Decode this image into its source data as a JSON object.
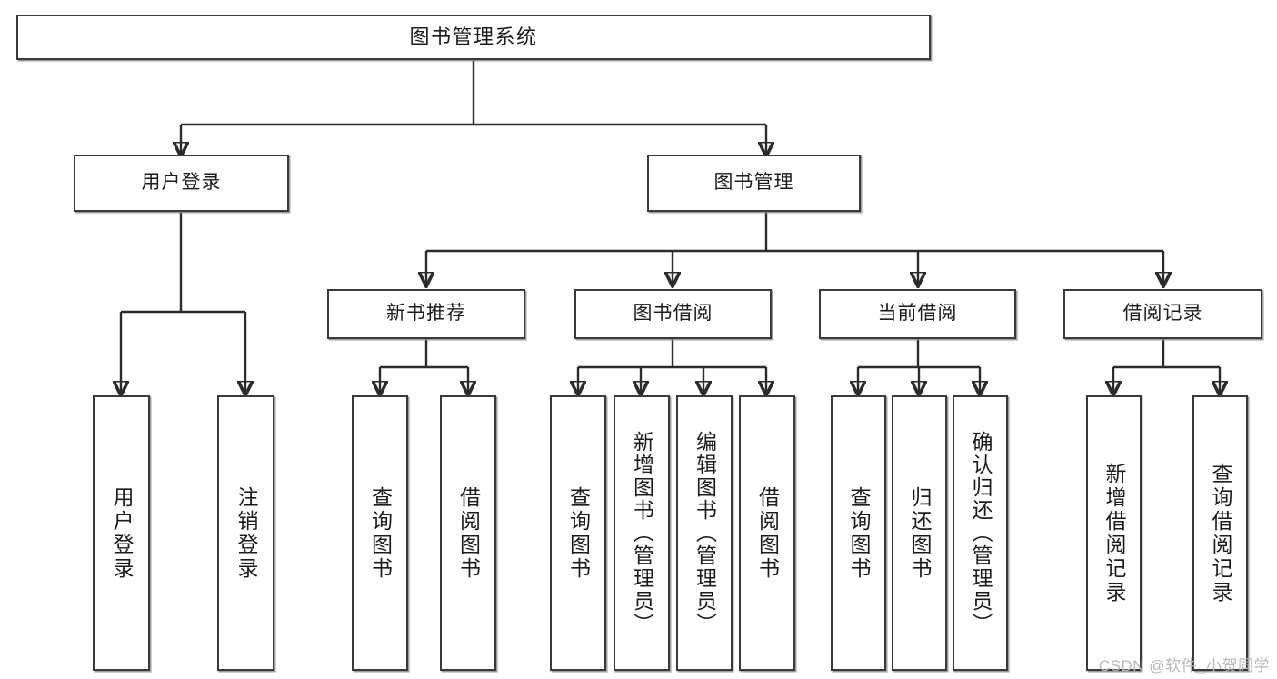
{
  "diagram": {
    "title": "图书管理系统",
    "type": "hierarchy-tree",
    "watermark": "CSDN @软件_小贺同学",
    "colors": {
      "background": "#ffffff",
      "box_border": "#3a3a3a",
      "box_fill": "#ffffff",
      "connector": "#2b2b2b",
      "text": "#1c1c1c",
      "watermark": "#b9b9b9"
    },
    "levels": {
      "root": {
        "label": "图书管理系统"
      },
      "level1": [
        {
          "label": "用户登录"
        },
        {
          "label": "图书管理"
        }
      ],
      "level2": [
        {
          "label": "新书推荐"
        },
        {
          "label": "图书借阅"
        },
        {
          "label": "当前借阅"
        },
        {
          "label": "借阅记录"
        }
      ],
      "leaves": {
        "user_login": [
          {
            "label": "用户登录"
          },
          {
            "label": "注销登录"
          }
        ],
        "new_book_rec": [
          {
            "label": "查询图书"
          },
          {
            "label": "借阅图书"
          }
        ],
        "book_borrow": [
          {
            "label": "查询图书"
          },
          {
            "label": "新增图书（管理员）"
          },
          {
            "label": "编辑图书（管理员）"
          },
          {
            "label": "借阅图书"
          }
        ],
        "current_borrow": [
          {
            "label": "查询图书"
          },
          {
            "label": "归还图书"
          },
          {
            "label": "确认归还（管理员）"
          }
        ],
        "borrow_record": [
          {
            "label": "新增借阅记录"
          },
          {
            "label": "查询借阅记录"
          }
        ]
      }
    }
  }
}
